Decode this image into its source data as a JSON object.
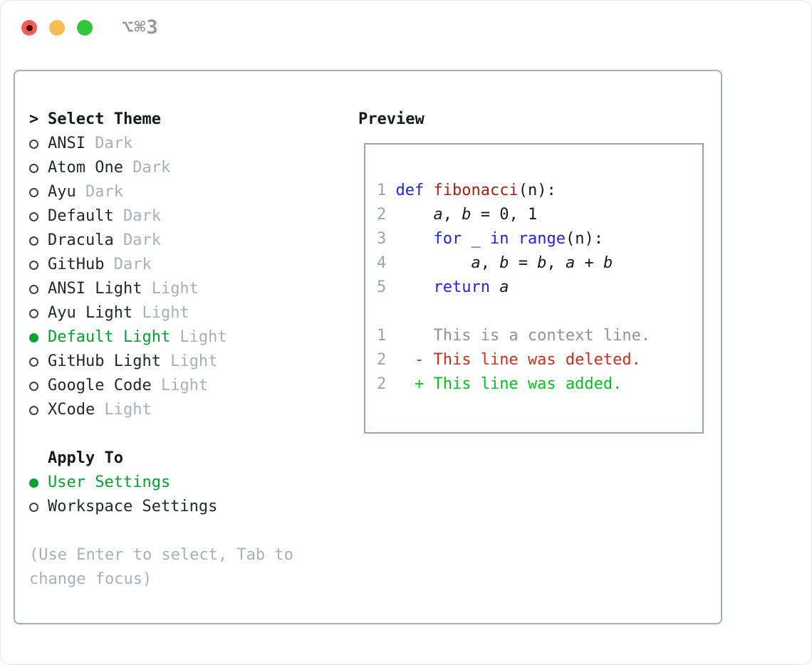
{
  "window": {
    "shortcut_title": "⌥⌘3",
    "traffic_lights": [
      "close",
      "minimize",
      "zoom"
    ]
  },
  "theme_selector": {
    "header_marker": ">",
    "header": "Select Theme",
    "items": [
      {
        "name": "ANSI",
        "variant": "Dark",
        "selected": false
      },
      {
        "name": "Atom One",
        "variant": "Dark",
        "selected": false
      },
      {
        "name": "Ayu",
        "variant": "Dark",
        "selected": false
      },
      {
        "name": "Default",
        "variant": "Dark",
        "selected": false
      },
      {
        "name": "Dracula",
        "variant": "Dark",
        "selected": false
      },
      {
        "name": "GitHub",
        "variant": "Dark",
        "selected": false
      },
      {
        "name": "ANSI Light",
        "variant": "Light",
        "selected": false
      },
      {
        "name": "Ayu Light",
        "variant": "Light",
        "selected": false
      },
      {
        "name": "Default Light",
        "variant": "Light",
        "selected": true
      },
      {
        "name": "GitHub Light",
        "variant": "Light",
        "selected": false
      },
      {
        "name": "Google Code",
        "variant": "Light",
        "selected": false
      },
      {
        "name": "XCode",
        "variant": "Light",
        "selected": false
      }
    ],
    "apply_to": {
      "label": "Apply To",
      "options": [
        {
          "name": "User Settings",
          "selected": true
        },
        {
          "name": "Workspace Settings",
          "selected": false
        }
      ]
    },
    "hint_lines": [
      "(Use Enter to select, Tab to",
      "change focus)"
    ]
  },
  "preview": {
    "title": "Preview",
    "code_lines": [
      {
        "num": "1",
        "tokens": [
          {
            "text": "def ",
            "style": "keyword"
          },
          {
            "text": "fibonacci",
            "style": "function"
          },
          {
            "text": "(n):",
            "style": "plain"
          }
        ]
      },
      {
        "num": "2",
        "tokens": [
          {
            "text": "    ",
            "style": "plain"
          },
          {
            "text": "a",
            "style": "variable"
          },
          {
            "text": ", ",
            "style": "plain"
          },
          {
            "text": "b",
            "style": "variable"
          },
          {
            "text": " = 0, 1",
            "style": "plain"
          }
        ]
      },
      {
        "num": "3",
        "tokens": [
          {
            "text": "    ",
            "style": "plain"
          },
          {
            "text": "for",
            "style": "keyword"
          },
          {
            "text": " _ ",
            "style": "plain"
          },
          {
            "text": "in",
            "style": "keyword"
          },
          {
            "text": " ",
            "style": "plain"
          },
          {
            "text": "range",
            "style": "keyword"
          },
          {
            "text": "(n):",
            "style": "plain"
          }
        ]
      },
      {
        "num": "4",
        "tokens": [
          {
            "text": "        ",
            "style": "plain"
          },
          {
            "text": "a",
            "style": "variable"
          },
          {
            "text": ", ",
            "style": "plain"
          },
          {
            "text": "b",
            "style": "variable"
          },
          {
            "text": " = ",
            "style": "plain"
          },
          {
            "text": "b",
            "style": "variable"
          },
          {
            "text": ", ",
            "style": "plain"
          },
          {
            "text": "a",
            "style": "variable"
          },
          {
            "text": " + ",
            "style": "plain"
          },
          {
            "text": "b",
            "style": "variable"
          }
        ]
      },
      {
        "num": "5",
        "tokens": [
          {
            "text": "    ",
            "style": "plain"
          },
          {
            "text": "return",
            "style": "keyword"
          },
          {
            "text": " ",
            "style": "plain"
          },
          {
            "text": "a",
            "style": "variable"
          }
        ]
      }
    ],
    "diff_lines": [
      {
        "num": "1",
        "marker": " ",
        "text": "This is a context line.",
        "type": "context"
      },
      {
        "num": "2",
        "marker": "-",
        "text": "This line was deleted.",
        "type": "deleted"
      },
      {
        "num": "2",
        "marker": "+",
        "text": "This line was added.",
        "type": "added"
      }
    ]
  },
  "colors": {
    "accent-green": "#00a42e",
    "diff-green": "#00c51d",
    "diff-red": "#ce2f1d",
    "kw-blue": "#2023dd",
    "fn-red": "#ad1d0e",
    "muted": "#a7b0bc",
    "ln-gray": "#9aa5b3",
    "ctx-gray": "#8d949c",
    "dark": "#24282e",
    "panel-border": "#a6aeba",
    "preview-border": "#9aa3b0",
    "t-red": "#f35f57",
    "t-yellow": "#f6bd4f",
    "t-green": "#32c63e"
  }
}
